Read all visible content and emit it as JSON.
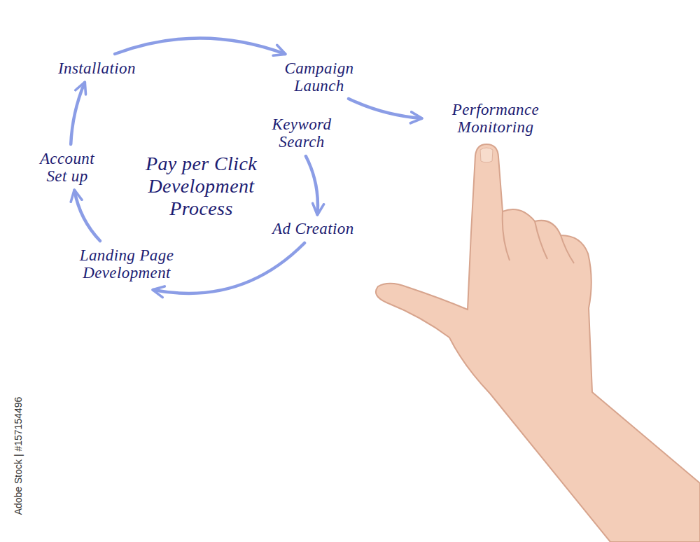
{
  "diagram": {
    "title": "Pay per Click Development Process",
    "nodes": [
      {
        "text": [
          "Keyword Search"
        ]
      },
      {
        "text": [
          "Ad Creation"
        ]
      },
      {
        "text": [
          "Landing Page Development"
        ]
      },
      {
        "text": [
          "Account Set up"
        ]
      },
      {
        "text": [
          "Installation"
        ]
      },
      {
        "text": [
          "Campaign Launch"
        ]
      },
      {
        "text": [
          "Performance Monitoring"
        ]
      }
    ],
    "edges": [
      {
        "from": 0,
        "to": 1,
        "arrow": "to"
      },
      {
        "from": 1,
        "to": 2,
        "arrow": "to"
      },
      {
        "from": 2,
        "to": 3,
        "arrow": "to"
      },
      {
        "from": 3,
        "to": 4,
        "arrow": "to"
      },
      {
        "from": 4,
        "to": 5,
        "arrow": "to"
      },
      {
        "from": 5,
        "to": 6,
        "arrow": "to"
      }
    ],
    "labels": [
      "Adobe Stock | #157154496"
    ]
  }
}
